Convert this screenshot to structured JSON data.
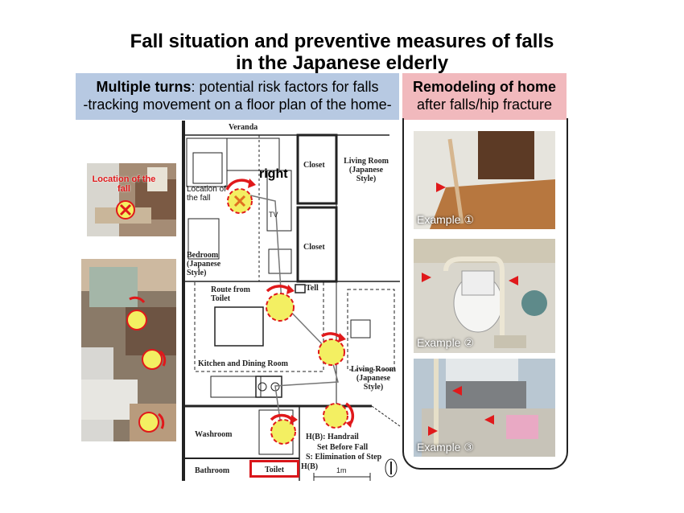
{
  "title": {
    "line1": "Fall situation and preventive measures of falls",
    "line2": "in the Japanese elderly"
  },
  "left_header": {
    "bold": "Multiple turns",
    "rest": ": potential risk factors for falls",
    "line2": "-tracking movement on a floor plan of the home-"
  },
  "right_header": {
    "line1": "Remodeling of home",
    "line2": "after falls/hip fracture"
  },
  "left_photos": {
    "fall_photo_label": "Location of the fall"
  },
  "floor_plan": {
    "veranda": "Veranda",
    "closet_top": "Closet",
    "closet_mid": "Closet",
    "living_room_top": "Living Room (Japanese Style)",
    "living_room_bottom": "Living Room (Japanese Style)",
    "bedroom": "Bedroom (Japanese Style)",
    "location_of_fall": "Location of the fall",
    "right_label": "right",
    "tv": "TV",
    "route_from_toilet": "Route from Toilet",
    "tell": "Tell",
    "kitchen": "Kitchen and Dining Room",
    "washroom": "Washroom",
    "bathroom": "Bathroom",
    "toilet": "Toilet",
    "legend_hb": "H(B): Handrail",
    "legend_set": "Set Before Fall",
    "legend_s": "S:  Elimination of Step",
    "hb_marker": "H(B)",
    "scale": "1m"
  },
  "examples": [
    {
      "label": "Example ①"
    },
    {
      "label": "Example ②"
    },
    {
      "label": "Example ③"
    }
  ],
  "colors": {
    "left_header_bg": "#b7c9e2",
    "right_header_bg": "#f1b9bd",
    "circle_fill": "#f3ef62",
    "arrow_red": "#e0191b",
    "toilet_box": "#d9161b"
  }
}
